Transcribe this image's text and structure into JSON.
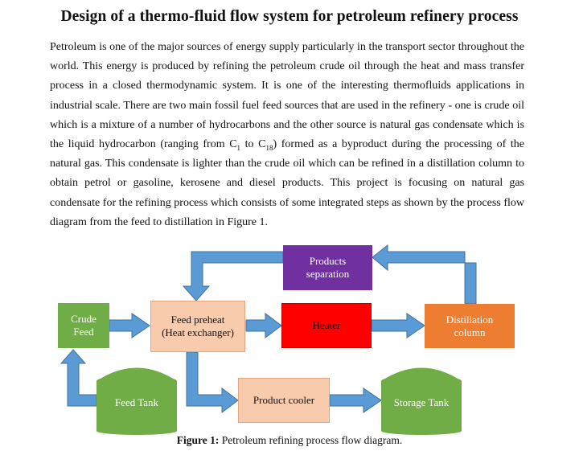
{
  "title": "Design of a thermo-fluid flow system for petroleum refinery process",
  "paragraph": {
    "part1": "Petroleum is one of the major sources of energy supply particularly in the transport sector throughout the world. This energy is produced by refining the petroleum crude oil through the heat and mass transfer process in a closed thermodynamic system. It is one of the interesting thermofluids applications in industrial scale. There are two main fossil fuel feed sources that are used in the refinery - one is crude oil which is a mixture of a number of hydrocarbons and the other source is natural gas condensate which is the liquid hydrocarbon (ranging from C",
    "sub1": "1",
    "part2": " to C",
    "sub2": "18",
    "part3": ") formed as a byproduct during the processing of the natural gas. This condensate is lighter than the crude oil which can be refined in a distillation column to obtain petrol or gasoline, kerosene and diesel products. This project is focusing on natural gas condensate for the refining process which consists of some integrated steps as shown by the process flow diagram from the feed to distillation in Figure 1."
  },
  "diagram": {
    "crude_feed": "Crude\nFeed",
    "feed_preheat": "Feed preheat\n(Heat exchanger)",
    "heater": "Heater",
    "distillation": "Distillation\ncolumn",
    "products_separation": "Products\nseparation",
    "feed_tank": "Feed Tank",
    "product_cooler": "Product cooler",
    "storage_tank": "Storage Tank"
  },
  "caption": {
    "label": "Figure 1:",
    "text": " Petroleum refining process flow diagram."
  },
  "colors": {
    "arrow": "#5b9bd5",
    "arrow_edge": "#41719c",
    "crude_feed": "#70ad47",
    "feed_preheat": "#f8cbad",
    "heater": "#ff0000",
    "distillation": "#ed7d31",
    "products_separation": "#7030a0",
    "tank": "#70ad47",
    "product_cooler": "#f8cbad"
  }
}
